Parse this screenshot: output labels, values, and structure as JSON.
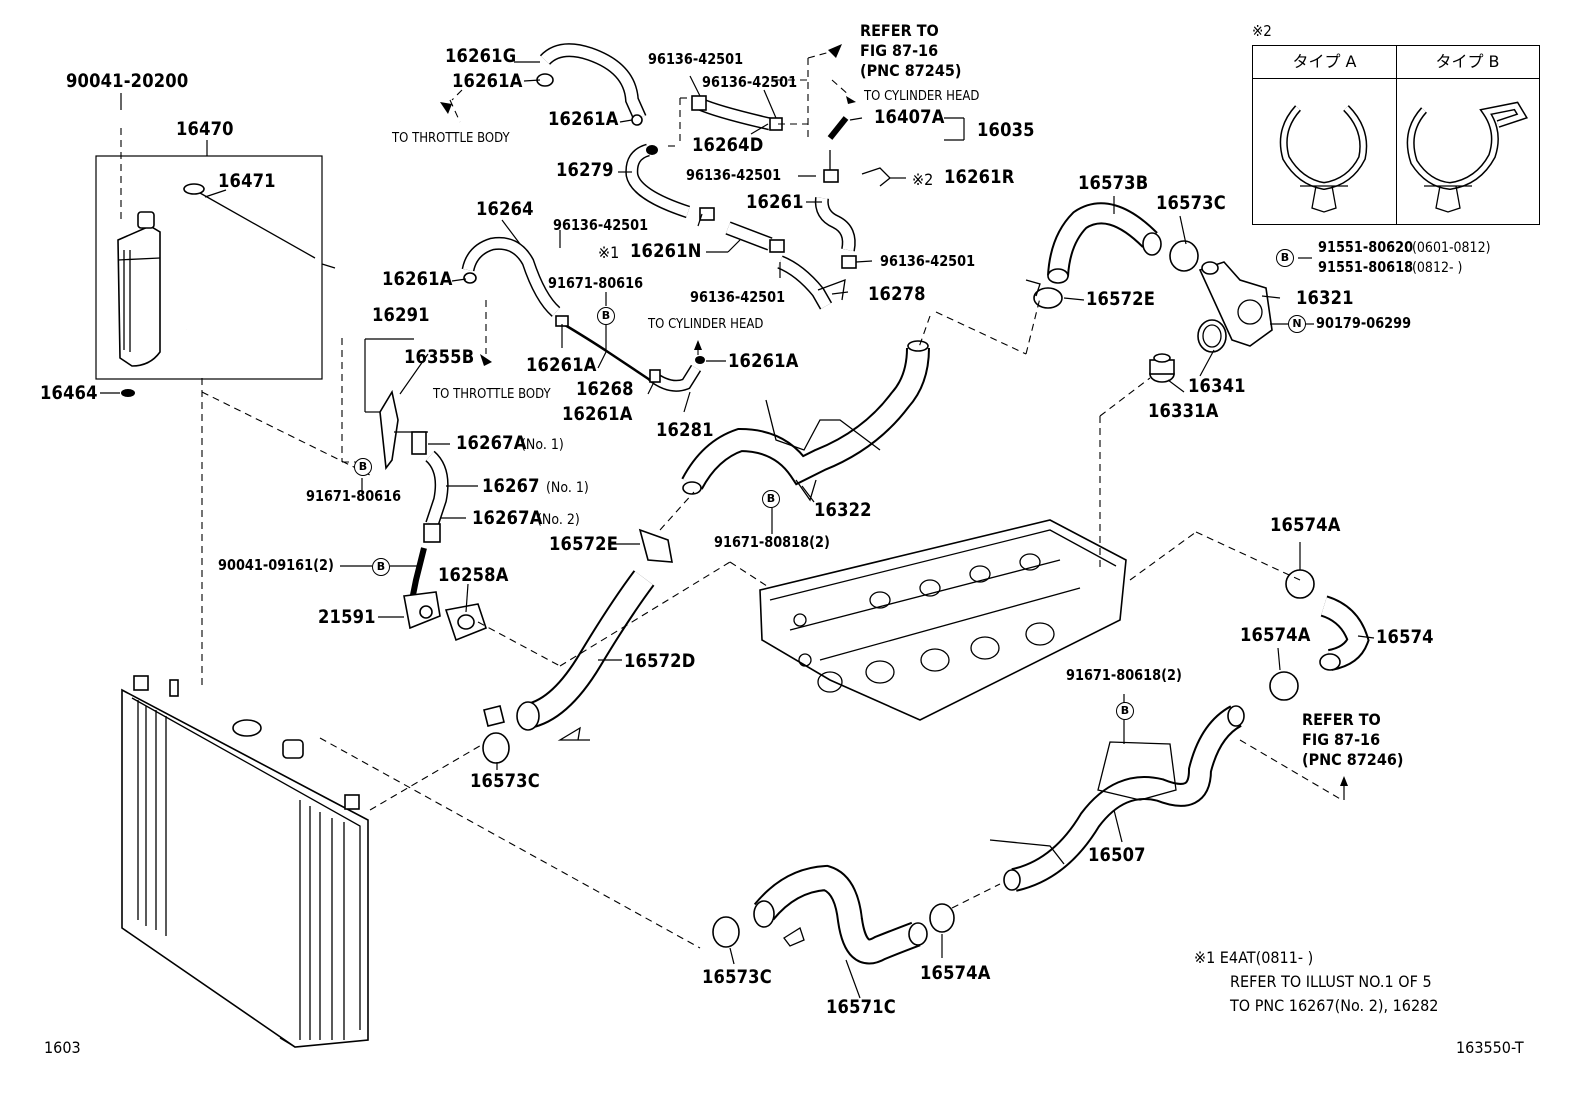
{
  "labels": {
    "p90041_20200": "90041-20200",
    "p16470": "16470",
    "p16471": "16471",
    "p16464": "16464",
    "p16261G": "16261G",
    "p16261A_1": "16261A",
    "p16261A_2": "16261A",
    "p16261A_3": "16261A",
    "p16261A_4": "16261A",
    "p16261A_5": "16261A",
    "p16261A_6": "16261A",
    "p16279": "16279",
    "p16264": "16264",
    "p16264D": "16264D",
    "p96136_1": "96136-42501",
    "p96136_2": "96136-42501",
    "p96136_3": "96136-42501",
    "p96136_4": "96136-42501",
    "p96136_5": "96136-42501",
    "p96136_6": "96136-42501",
    "p16407A": "16407A",
    "p16035": "16035",
    "p16261R": "16261R",
    "p16261": "16261",
    "p16261N": "16261N",
    "p16278": "16278",
    "p91671_80616_a": "91671-80616",
    "p91671_80616_b": "91671-80616",
    "p16268": "16268",
    "p16281": "16281",
    "p16291": "16291",
    "p16355B": "16355B",
    "p16267A_1": "16267A",
    "p16267": "16267",
    "p16267A_2": "16267A",
    "p90041_09161": "90041-09161(2)",
    "p16258A": "16258A",
    "p21591": "21591",
    "p16572E_1": "16572E",
    "p16572E_2": "16572E",
    "p16572D": "16572D",
    "p16573C_1": "16573C",
    "p16573C_2": "16573C",
    "p16573C_3": "16573C",
    "p16322": "16322",
    "p91671_80818": "91671-80818(2)",
    "p16573B": "16573B",
    "p16321": "16321",
    "p91551_80620": "91551-80620",
    "p91551_80618": "91551-80618",
    "p90179_06299": "90179-06299",
    "p16341": "16341",
    "p16331A": "16331A",
    "p16574A_1": "16574A",
    "p16574A_2": "16574A",
    "p16574A_3": "16574A",
    "p16574": "16574",
    "p91671_80618": "91671-80618(2)",
    "p16507": "16507",
    "p16571C": "16571C"
  },
  "suffixes": {
    "no1": "(No. 1)",
    "no1b": "(No. 1)",
    "no2": "(No. 2)",
    "d0601": "(0601-0812)",
    "d0812": "(0812-      )"
  },
  "notes": {
    "throttle1": "TO THROTTLE BODY",
    "throttle2": "TO THROTTLE BODY",
    "cyl1": "TO CYLINDER HEAD",
    "cyl2": "TO CYLINDER HEAD",
    "mark1": "※1",
    "mark2": "※2"
  },
  "refs": {
    "ref1_l1": "REFER TO",
    "ref1_l2": "FIG 87-16",
    "ref1_l3": "(PNC 87245)",
    "ref2_l1": "REFER TO",
    "ref2_l2": "FIG 87-16",
    "ref2_l3": "(PNC 87246)"
  },
  "badges": {
    "b": "B",
    "n": "N"
  },
  "legend": {
    "mark": "※2",
    "type_a": "タイプ A",
    "type_b": "タイプ B"
  },
  "footnote": {
    "l1": "※1 E4AT(0811-      )",
    "l2": "REFER TO ILLUST NO.1 OF 5",
    "l3": "TO PNC 16267(No. 2), 16282"
  },
  "corner": {
    "left": "1603",
    "right": "163550-T"
  }
}
